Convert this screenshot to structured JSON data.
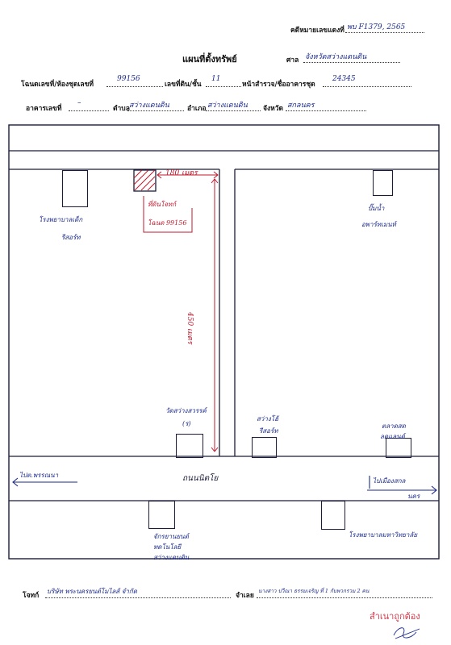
{
  "header": {
    "case_label": "คดีหมายเลขแดงที่",
    "case_value": "พบ F1379, 2565",
    "map_title": "แผนที่ตั้งทรัพย์",
    "court_label": "ศาล",
    "court_value": "จังหวัดสว่างแดนดิน",
    "deed_label": "โฉนดเลขที่/ห้องชุดเลขที่",
    "deed_value": "99156",
    "land_no_label": "เลขที่ดิน/ชั้น",
    "land_no_value": "11",
    "survey_label": "หน้าสำรวจ/ชื่ออาคารชุด",
    "survey_value": "24345",
    "building_label": "อาคารเลขที่",
    "building_value": "–",
    "subdistrict_label": "ตำบล",
    "subdistrict_value": "สว่างแดนดิน",
    "district_label": "อำเภอ",
    "district_value": "สว่างแดนดิน",
    "province_label": "จังหวัด",
    "province_value": "สกลนคร"
  },
  "map": {
    "distance_top": "180 เมตร",
    "distance_vertical": "450 เมตร",
    "property_label_1": "ที่ดินโจทก์",
    "property_label_2": "โฉนด 99156",
    "school_tl_1": "โรงพยาบาลเด็ก",
    "school_tl_2": "รีสอร์ท",
    "tr_label_1": "ปั๊มน้ำ",
    "tr_label_2": "อพาร์ทเมนท์",
    "temple_1": "วัดสว่างสวรรค์",
    "temple_2": "(ร)",
    "mid_label_1": "สว่างโฮ้",
    "mid_label_2": "รีสอร์ท",
    "right_label_1": "ตลาดสด",
    "right_label_2": "ลดแลนด์",
    "road_name": "ถนนนิตโย",
    "to_left": "ไปต.พรรณนา",
    "to_right_1": "ไปเมืองสกล",
    "to_right_2": "นคร",
    "bottom_left_1": "จักรยานยนต์",
    "bottom_left_2": "ทดโนโลยี",
    "bottom_left_3": "สว่างแดนดิน",
    "bottom_right": "โรงพยาบาลมหาวิทยาลัย"
  },
  "footer": {
    "plaintiff_label": "โจทก์",
    "plaintiff_value": "บริษัท พระนครยนต์โมไลส์ จำกัด",
    "defendant_label": "จำเลย",
    "defendant_value": "นางสาว ปวีณา ธรรมเจริญ ที่ 1 กับพวกรวม 2 คน",
    "stamp_text": "สำเนาถูกต้อง"
  },
  "colors": {
    "ink_blue": "#1a2a8a",
    "ink_red": "#c0182c",
    "stamp_red": "#d33b4b",
    "line": "#1c1c3a"
  }
}
